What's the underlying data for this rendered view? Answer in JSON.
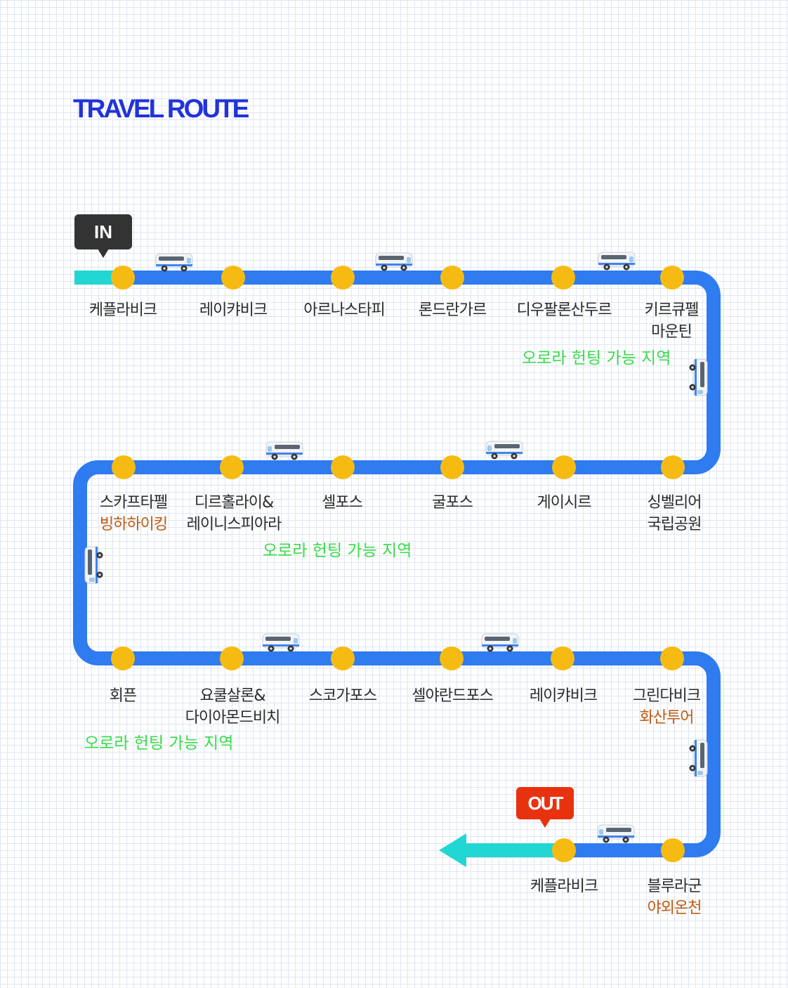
{
  "title": "TRAVEL ROUTE",
  "markers": {
    "start": "IN",
    "end": "OUT"
  },
  "colors": {
    "title": "#2133d8",
    "route_line": "#2f7bf0",
    "start_end_segment": "#22d6d4",
    "stop_dot": "#f6bb12",
    "aurora_text": "#38dc4a",
    "activity_text": "#c05a10",
    "marker_in": "#333333",
    "marker_out": "#e8320f"
  },
  "icons": {
    "vehicle": "van-icon",
    "arrow": "arrow-left-icon"
  },
  "rows": [
    {
      "stops": [
        {
          "name": "케플라비크"
        },
        {
          "name": "레이캬비크"
        },
        {
          "name": "아르나스타피"
        },
        {
          "name": "론드란가르"
        },
        {
          "name": "디우팔론산두르"
        },
        {
          "name": "키르큐펠",
          "name2": "마운틴"
        }
      ],
      "aurora": "오로라 헌팅 가능 지역"
    },
    {
      "stops": [
        {
          "name": "스카프타펠",
          "note": "빙하하이킹"
        },
        {
          "name": "디르홀라이&",
          "name2": "레이니스피아라"
        },
        {
          "name": "셀포스"
        },
        {
          "name": "굴포스"
        },
        {
          "name": "게이시르"
        },
        {
          "name": "싱벨리어",
          "name2": "국립공원"
        }
      ],
      "aurora": "오로라 헌팅 가능 지역"
    },
    {
      "stops": [
        {
          "name": "회픈"
        },
        {
          "name": "요쿨살론&",
          "name2": "다이아몬드비치"
        },
        {
          "name": "스코가포스"
        },
        {
          "name": "셀야란드포스"
        },
        {
          "name": "레이캬비크"
        },
        {
          "name": "그린다비크",
          "note": "화산투어"
        }
      ],
      "aurora": "오로라 헌팅 가능 지역"
    },
    {
      "stops": [
        {
          "name": "케플라비크"
        },
        {
          "name": "블루라군",
          "note": "야외온천"
        }
      ]
    }
  ]
}
